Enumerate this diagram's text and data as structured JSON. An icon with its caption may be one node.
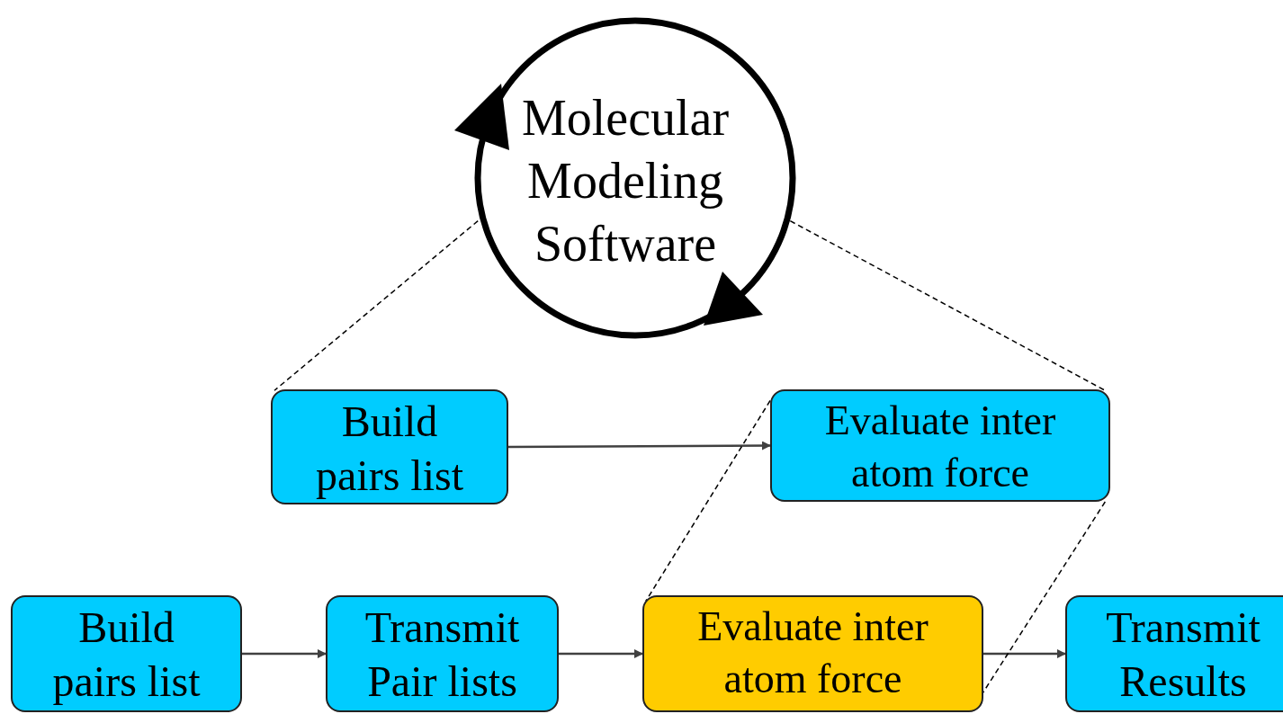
{
  "diagram": {
    "nodes": [
      {
        "text": [
          "Molecular Modeling Software"
        ]
      },
      {
        "text": [
          "Build pairs list"
        ]
      },
      {
        "text": [
          "Evaluate inter atom force"
        ]
      },
      {
        "text": [
          "Build pairs list"
        ]
      },
      {
        "text": [
          "Transmit Pair lists"
        ]
      },
      {
        "text": [
          "Evaluate inter atom force"
        ]
      },
      {
        "text": [
          "Transmit Results"
        ]
      }
    ],
    "edges": [
      {
        "from": 1,
        "to": 2,
        "arrow": "to"
      },
      {
        "from": 3,
        "to": 4,
        "arrow": "to"
      },
      {
        "from": 4,
        "to": 5,
        "arrow": "to"
      },
      {
        "from": 5,
        "to": 6,
        "arrow": "to"
      },
      {
        "from": 0,
        "to": 1,
        "arrow": "none",
        "style": "dashed",
        "color": "#000000"
      },
      {
        "from": 0,
        "to": 2,
        "arrow": "none",
        "style": "dashed",
        "color": "#000000"
      },
      {
        "from": 2,
        "to": 5,
        "arrow": "none",
        "style": "dashed",
        "color": "#000000"
      },
      {
        "from": 2,
        "to": 5,
        "arrow": "none",
        "style": "dashed",
        "color": "#000000"
      }
    ]
  }
}
